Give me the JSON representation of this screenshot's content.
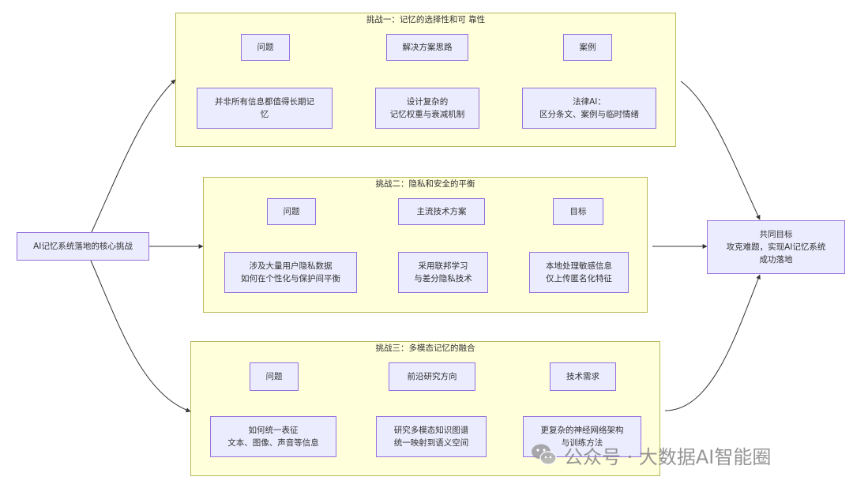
{
  "colors": {
    "cluster_fill": "#ffffdc",
    "cluster_border": "#b8b85a",
    "node_fill": "#ececff",
    "node_border": "#9370db",
    "edge": "#333333"
  },
  "diagram": {
    "source": {
      "label": "AI记忆系统落地的核心挑战"
    },
    "target": {
      "label": "共同目标\n攻克难题，实现AI记忆系统\n成功落地"
    },
    "challenges": [
      {
        "title": "挑战一：记忆的选择性和可\n靠性",
        "header_nodes": [
          "问题",
          "解决方案思路",
          "案例"
        ],
        "detail_nodes": [
          "并非所有信息都值得长期记\n忆",
          "设计复杂的\n记忆权重与衰减机制",
          "法律AI：\n区分条文、案例与临时情绪"
        ]
      },
      {
        "title": "挑战二：隐私和安全的平衡",
        "header_nodes": [
          "问题",
          "主流技术方案",
          "目标"
        ],
        "detail_nodes": [
          "涉及大量用户隐私数据\n如何在个性化与保护间平衡",
          "采用联邦学习\n与差分隐私技术",
          "本地处理敏感信息\n仅上传匿名化特征"
        ]
      },
      {
        "title": "挑战三：多模态记忆的融合",
        "header_nodes": [
          "问题",
          "前沿研究方向",
          "技术需求"
        ],
        "detail_nodes": [
          "如何统一表征\n文本、图像、声音等信息",
          "研究多模态知识图谱\n统一映射到语义空间",
          "更复杂的神经网络架构\n与训练方法"
        ]
      }
    ]
  },
  "watermark": {
    "icon": "wechat-icon",
    "text": "公众号 · 大数据AI智能圈"
  }
}
